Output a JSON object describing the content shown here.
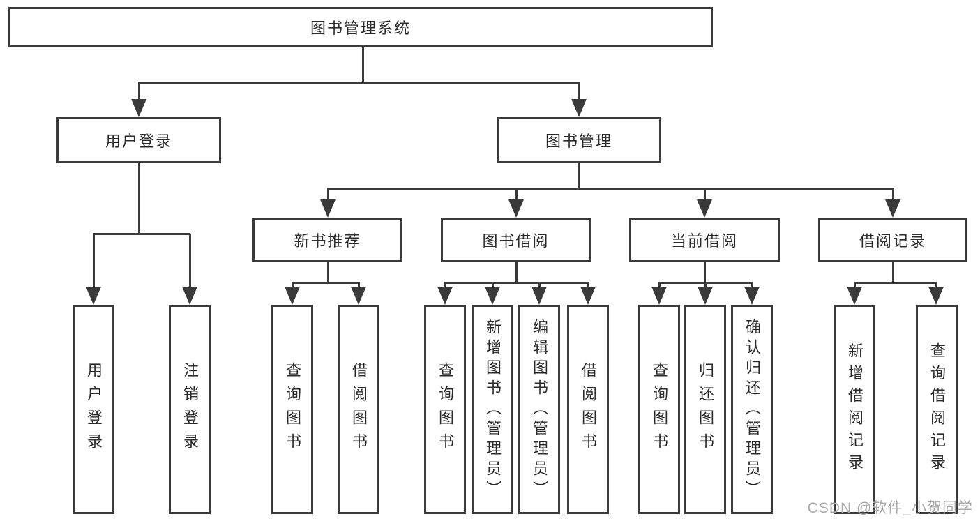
{
  "diagram": {
    "root": {
      "label": "图书管理系统"
    },
    "branches": [
      {
        "label": "用户登录",
        "children": [
          {
            "label": "用户登录"
          },
          {
            "label": "注销登录"
          }
        ]
      },
      {
        "label": "图书管理",
        "children": [
          {
            "label": "新书推荐",
            "children": [
              {
                "label": "查询图书"
              },
              {
                "label": "借阅图书"
              }
            ]
          },
          {
            "label": "图书借阅",
            "children": [
              {
                "label": "查询图书"
              },
              {
                "label": "新增图书（管理员）"
              },
              {
                "label": "编辑图书（管理员）"
              },
              {
                "label": "借阅图书"
              }
            ]
          },
          {
            "label": "当前借阅",
            "children": [
              {
                "label": "查询图书"
              },
              {
                "label": "归还图书"
              },
              {
                "label": "确认归还（管理员）"
              }
            ]
          },
          {
            "label": "借阅记录",
            "children": [
              {
                "label": "新增借阅记录"
              },
              {
                "label": "查询借阅记录"
              }
            ]
          }
        ]
      }
    ]
  },
  "watermark": {
    "text": "CSDN @软件_小贺同学"
  },
  "colors": {
    "line": "#3a3a3a",
    "text": "#2b2b2b",
    "watermark": "#a9a9a9",
    "background": "#ffffff"
  }
}
